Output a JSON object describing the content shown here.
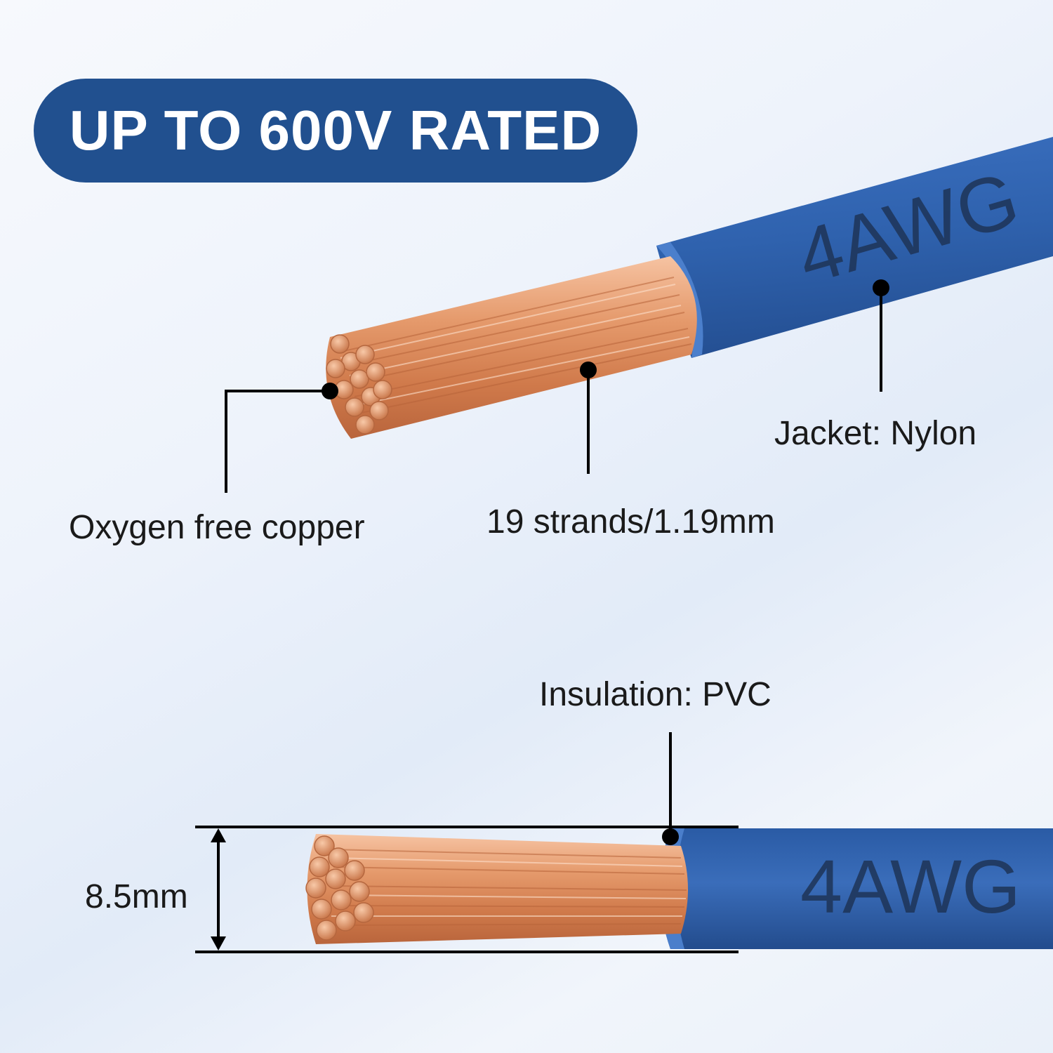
{
  "badge": {
    "text": "UP TO 600V RATED"
  },
  "wire_marking": "4AWG",
  "callouts": {
    "copper": "Oxygen free copper",
    "strands": "19 strands/1.19mm",
    "jacket": "Jacket: Nylon",
    "insulation": "Insulation: PVC",
    "diameter": "8.5mm"
  },
  "colors": {
    "badge": "#21508f",
    "jacket": "#2b5ea8",
    "copper": "#d98a5e",
    "marking": "#1e3457"
  }
}
